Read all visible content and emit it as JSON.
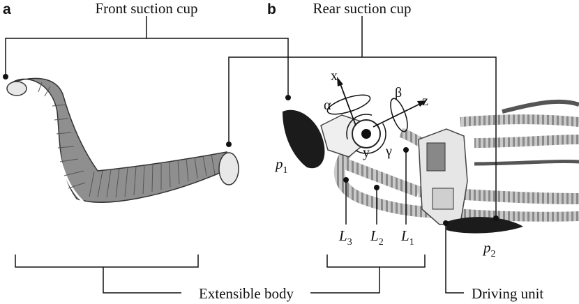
{
  "panels": {
    "a": "a",
    "b": "b"
  },
  "labels": {
    "front_suction_cup": "Front suction cup",
    "rear_suction_cup": "Rear suction cup",
    "extensible_body": "Extensible body",
    "driving_unit": "Driving unit"
  },
  "symbols": {
    "p1": "p",
    "p1_sub": "1",
    "p2": "p",
    "p2_sub": "2",
    "L1": "L",
    "L1_sub": "1",
    "L2": "L",
    "L2_sub": "2",
    "L3": "L",
    "L3_sub": "3"
  },
  "axes": {
    "x": "x",
    "y": "y",
    "z": "z",
    "alpha": "α",
    "beta": "β",
    "gamma": "γ"
  }
}
